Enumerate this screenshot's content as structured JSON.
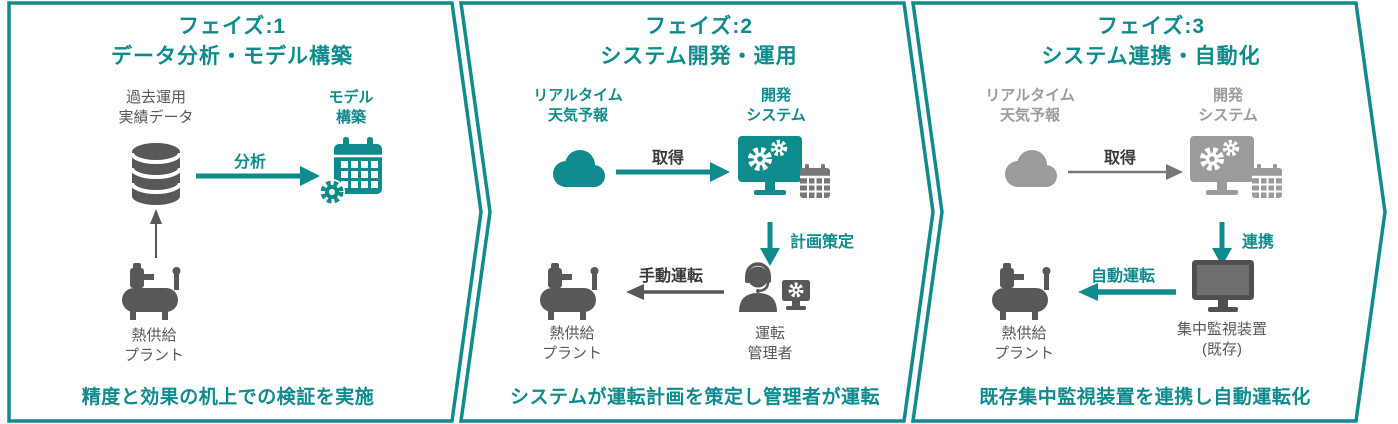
{
  "colors": {
    "accent": "#0f8b8d",
    "icon_gray": "#595757",
    "muted_gray": "#9b9b9d",
    "dark_label": "#3a3a3c"
  },
  "phases": [
    {
      "title": "フェイズ:1",
      "subtitle": "データ分析・モデル構築",
      "caption": "精度と効果の机上での検証を実施",
      "labels": {
        "source": "過去運用\n実績データ",
        "model": "モデル\n構築",
        "plant": "熱供給\nプラント",
        "analyze": "分析"
      }
    },
    {
      "title": "フェイズ:2",
      "subtitle": "システム開発・運用",
      "caption": "システムが運転計画を策定し管理者が運転",
      "labels": {
        "weather": "リアルタイム\n天気予報",
        "system": "開発\nシステム",
        "manager": "運転\n管理者",
        "plant": "熱供給\nプラント",
        "acquire": "取得",
        "plan": "計画策定",
        "manual": "手動運転"
      }
    },
    {
      "title": "フェイズ:3",
      "subtitle": "システム連携・自動化",
      "caption": "既存集中監視装置を連携し自動運転化",
      "labels": {
        "weather": "リアルタイム\n天気予報",
        "system": "開発\nシステム",
        "monitor": "集中監視装置\n(既存)",
        "plant": "熱供給\nプラント",
        "acquire": "取得",
        "link": "連携",
        "auto": "自動運転"
      }
    }
  ]
}
